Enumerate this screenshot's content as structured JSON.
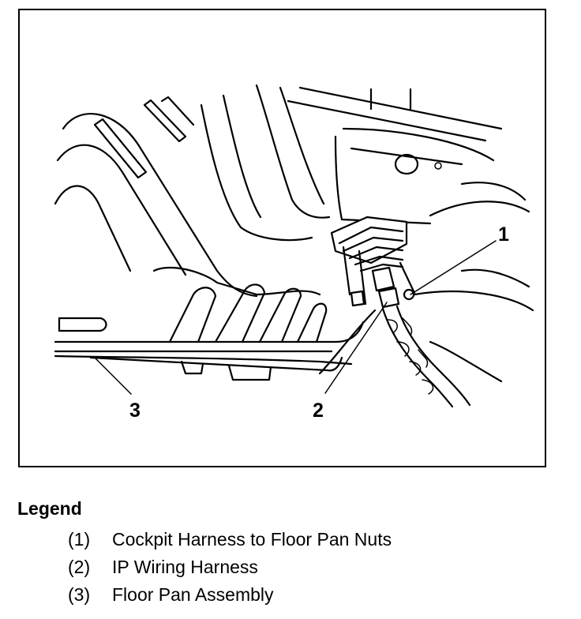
{
  "figure": {
    "callouts": [
      {
        "number": "1"
      },
      {
        "number": "2"
      },
      {
        "number": "3"
      }
    ]
  },
  "legend": {
    "title": "Legend",
    "items": [
      {
        "number": "(1)",
        "text": "Cockpit Harness to Floor Pan Nuts"
      },
      {
        "number": "(2)",
        "text": "IP Wiring Harness"
      },
      {
        "number": "(3)",
        "text": "Floor Pan Assembly"
      }
    ]
  }
}
